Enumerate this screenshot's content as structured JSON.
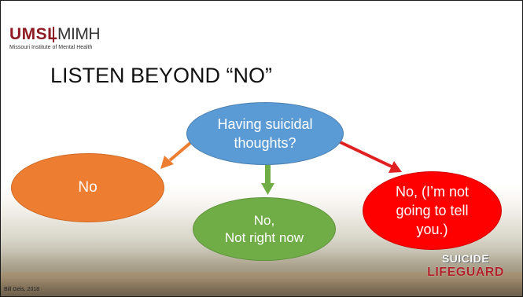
{
  "logo": {
    "umsl": "UMSL",
    "mimh": "MIMH",
    "subtitle": "Missouri Institute of Mental Health"
  },
  "slide": {
    "title": "LISTEN BEYOND “NO”"
  },
  "nodes": {
    "question": [
      "Having suicidal",
      "thoughts?"
    ],
    "no": [
      "No"
    ],
    "not_right_now": [
      "No,",
      "Not right now"
    ],
    "not_telling": [
      "No, (I’m not",
      "going to tell",
      "you.)"
    ]
  },
  "branding": {
    "line1": "SUICIDE",
    "line2": "LIFEGUARD"
  },
  "credit": "Bill Geis, 2018",
  "colors": {
    "question": "#5b9bd5",
    "no": "#ed7d31",
    "not_right_now": "#70ad47",
    "not_telling": "#ff0000",
    "logo": "#8f1c25"
  }
}
